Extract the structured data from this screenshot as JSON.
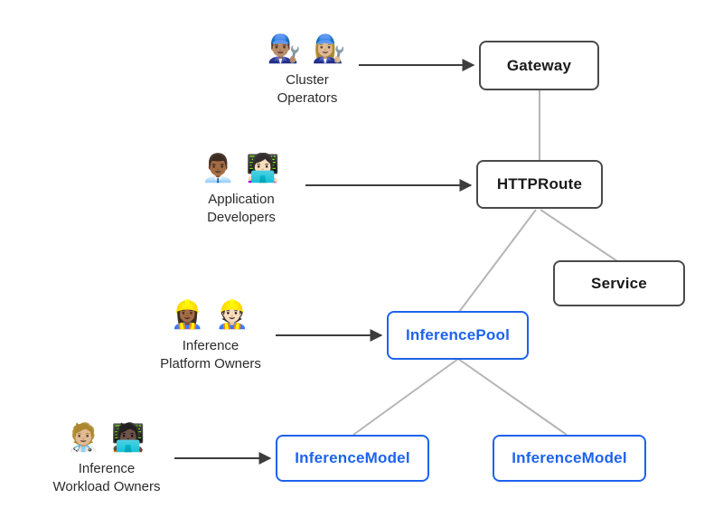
{
  "diagram": {
    "description": "Gateway API inference extension resource model diagram",
    "colors": {
      "node_border_dark": "#4a4a4a",
      "node_text_dark": "#1a1a1a",
      "node_blue": "#1d63ed",
      "connector_gray": "#b5b5b5",
      "arrow_dark": "#3d3d3d",
      "background": "#ffffff"
    }
  },
  "nodes": {
    "gateway": {
      "label": "Gateway",
      "style": "dark"
    },
    "httproute": {
      "label": "HTTPRoute",
      "style": "dark"
    },
    "service": {
      "label": "Service",
      "style": "dark"
    },
    "inferencepool": {
      "label": "InferencePool",
      "style": "blue"
    },
    "inferencemodel_left": {
      "label": "InferenceModel",
      "style": "blue"
    },
    "inferencemodel_right": {
      "label": "InferenceModel",
      "style": "blue"
    }
  },
  "personas": [
    {
      "emoji": "👨🏽‍🔧 👩🏼‍🔧",
      "label": "Cluster\nOperators",
      "points_to": "Gateway"
    },
    {
      "emoji": "👨🏾‍💼 👩🏻‍💻",
      "label": "Application\nDevelopers",
      "points_to": "HTTPRoute"
    },
    {
      "emoji": "👷🏾‍♀️ 👷🏻",
      "label": "Inference\nPlatform Owners",
      "points_to": "InferencePool"
    },
    {
      "emoji": "🧑🏼‍⚕️ 🧑🏿‍💻",
      "label": "Inference\nWorkload Owners",
      "points_to": "InferenceModel"
    }
  ],
  "edges": [
    {
      "from": "Gateway",
      "to": "HTTPRoute"
    },
    {
      "from": "HTTPRoute",
      "to": "InferencePool"
    },
    {
      "from": "HTTPRoute",
      "to": "Service"
    },
    {
      "from": "InferencePool",
      "to": "InferenceModel (left)"
    },
    {
      "from": "InferencePool",
      "to": "InferenceModel (right)"
    }
  ]
}
